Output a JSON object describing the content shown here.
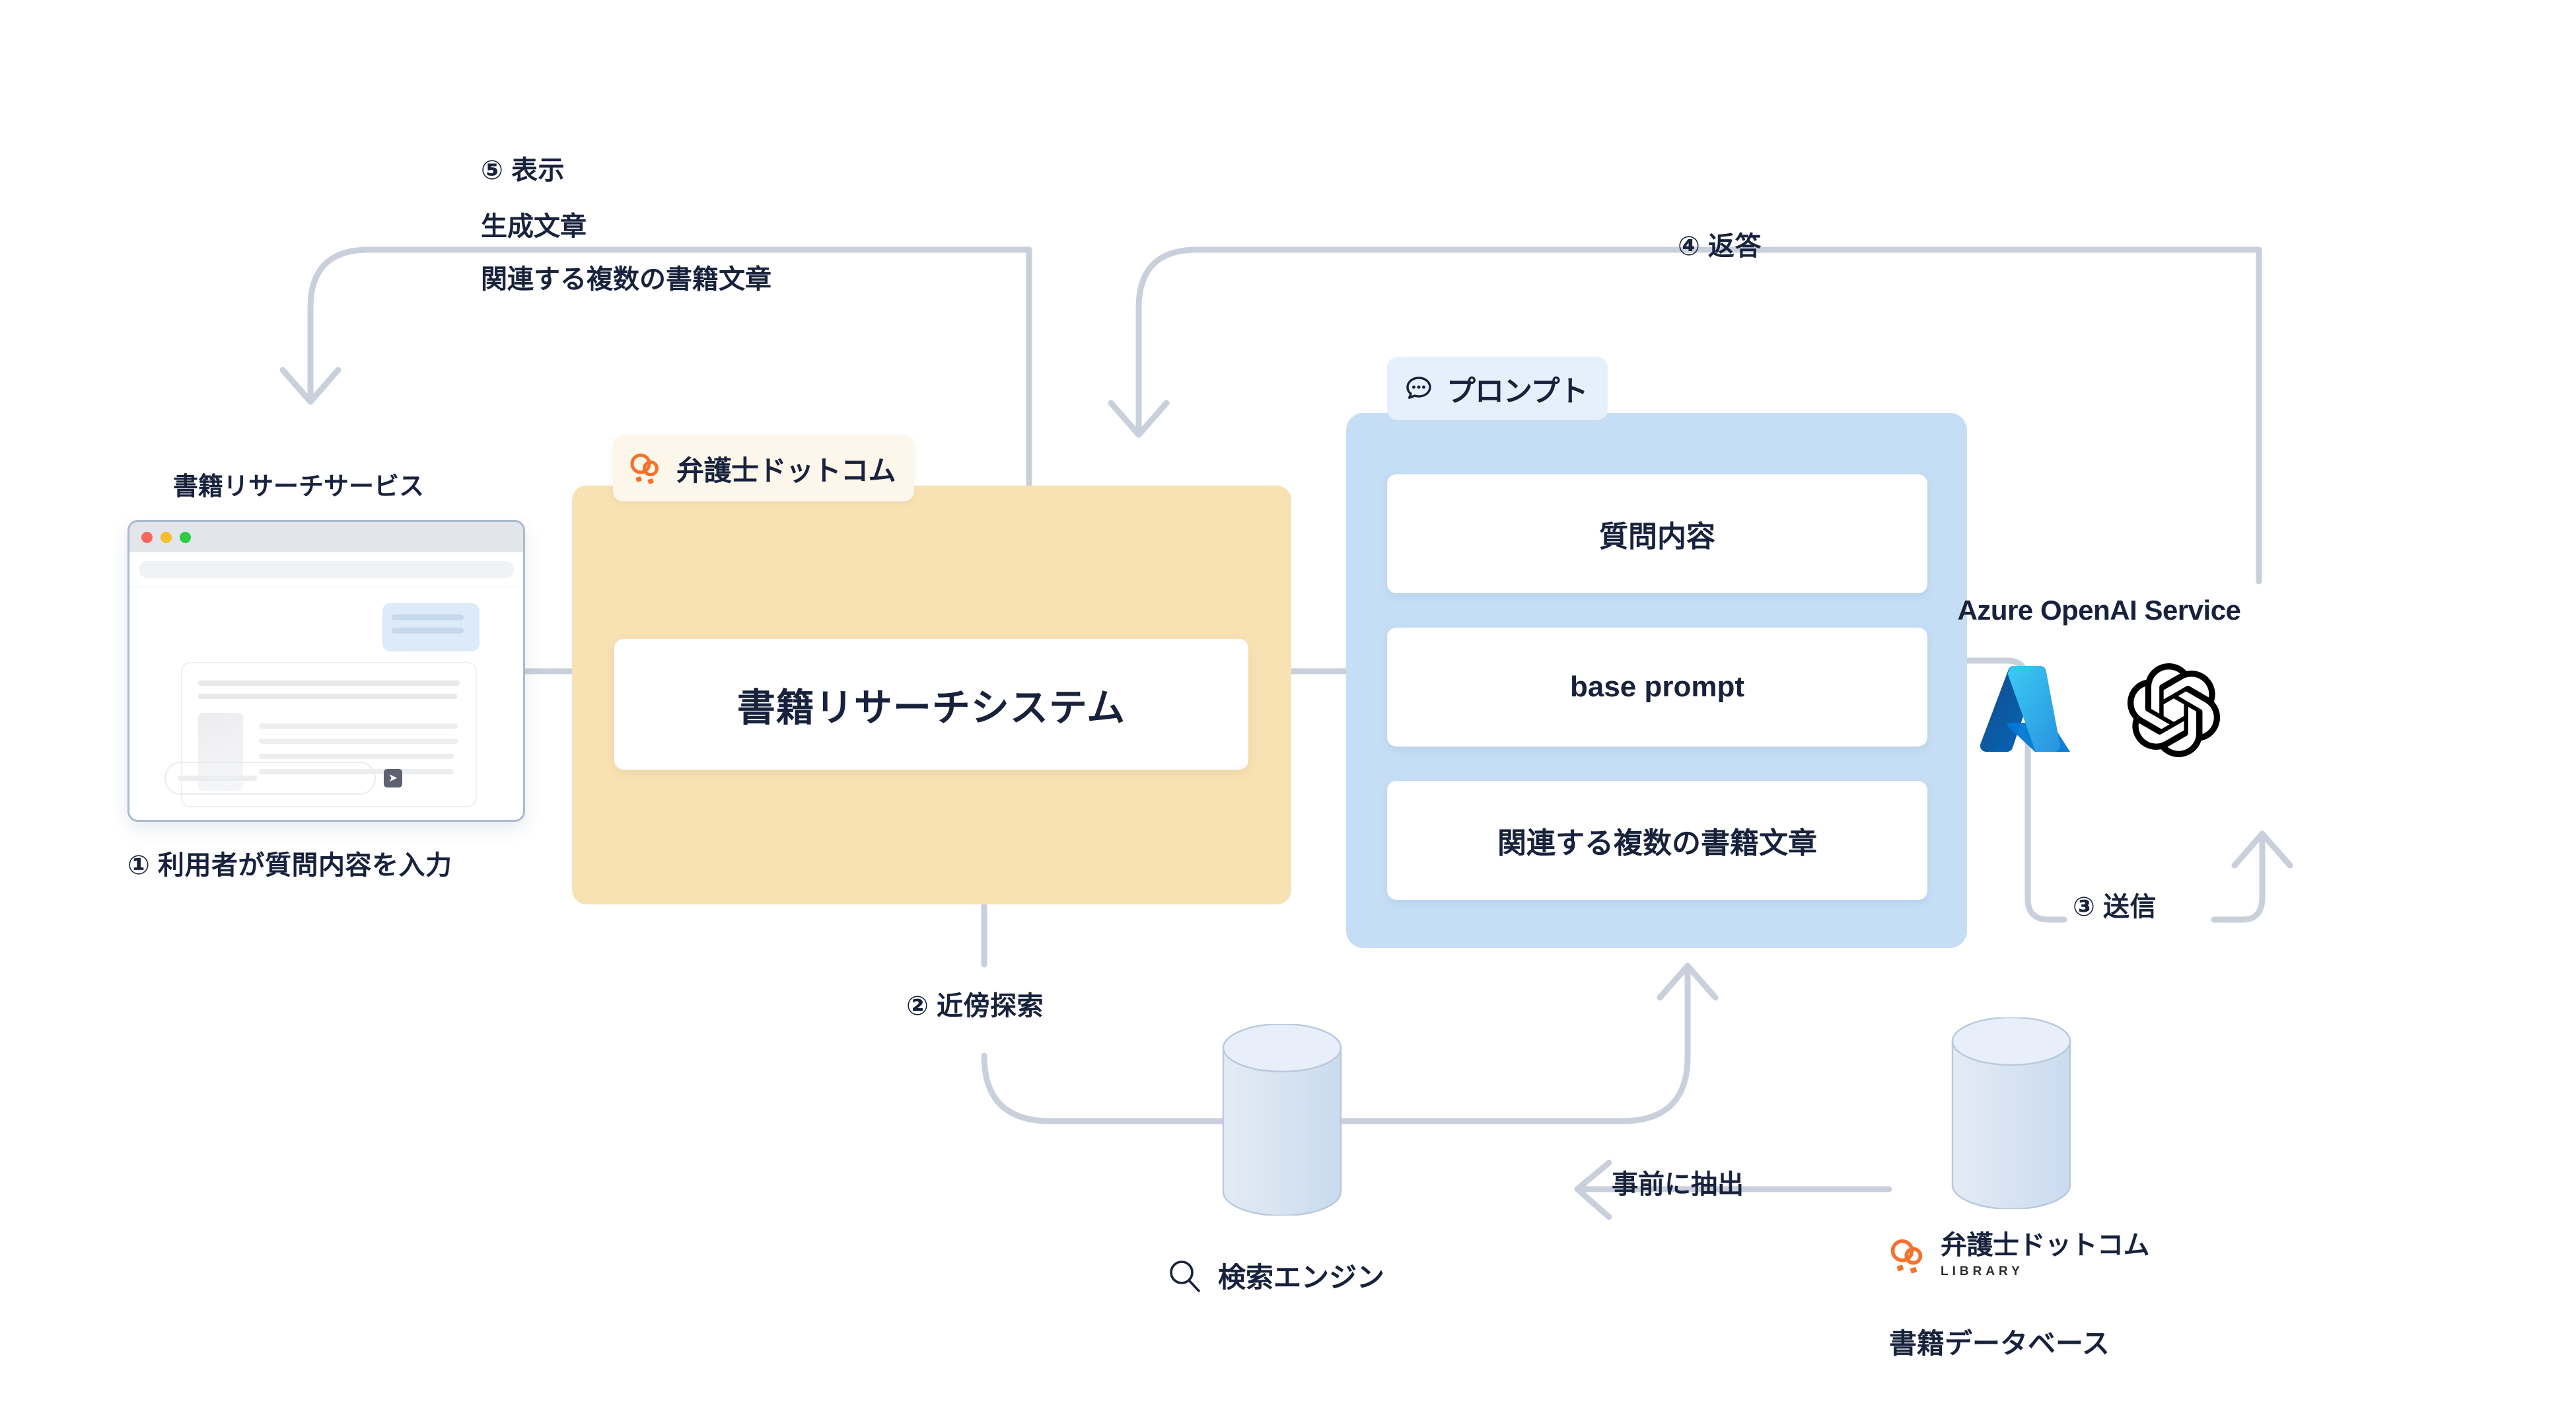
{
  "steps": {
    "step1": "① 利用者が質問内容を入力",
    "step2": "② 近傍探索",
    "step3": "③ 送信",
    "step4": "④ 返答",
    "step5": "⑤ 表示"
  },
  "notes": {
    "display_line1": "生成文章",
    "display_line2": "関連する複数の書籍文章",
    "pre_extract": "事前に抽出"
  },
  "browser": {
    "title": "書籍リサーチサービス",
    "traffic_lights": [
      "close-red",
      "minimize-yellow",
      "maximize-green"
    ],
    "send_icon": "➤"
  },
  "system": {
    "badge_label": "弁護士ドットコム",
    "badge_icon": "bengoshi-rings-icon",
    "inner_label": "書籍リサーチシステム"
  },
  "prompt": {
    "badge_label": "プロンプト",
    "badge_icon": "chat-bubble-dots-icon",
    "cards": [
      {
        "label": "質問内容"
      },
      {
        "label": "base prompt"
      },
      {
        "label": "関連する複数の書籍文章"
      }
    ]
  },
  "azure": {
    "title": "Azure OpenAI Service",
    "logos": [
      "azure-a-icon",
      "openai-knot-icon"
    ]
  },
  "search_engine": {
    "label": "検索エンジン",
    "icon": "magnifier-icon"
  },
  "database": {
    "logo_label": "弁護士ドットコム",
    "logo_sub": "LIBRARY",
    "logo_icon": "bengoshi-rings-icon",
    "label": "書籍データベース"
  },
  "colors": {
    "system_panel": "#f8e2b4",
    "prompt_panel": "#c6def5",
    "connector": "#c9d0db",
    "text": "#18223c",
    "brand_orange": "#f4722b",
    "azure_blue": "#0f87d7"
  }
}
